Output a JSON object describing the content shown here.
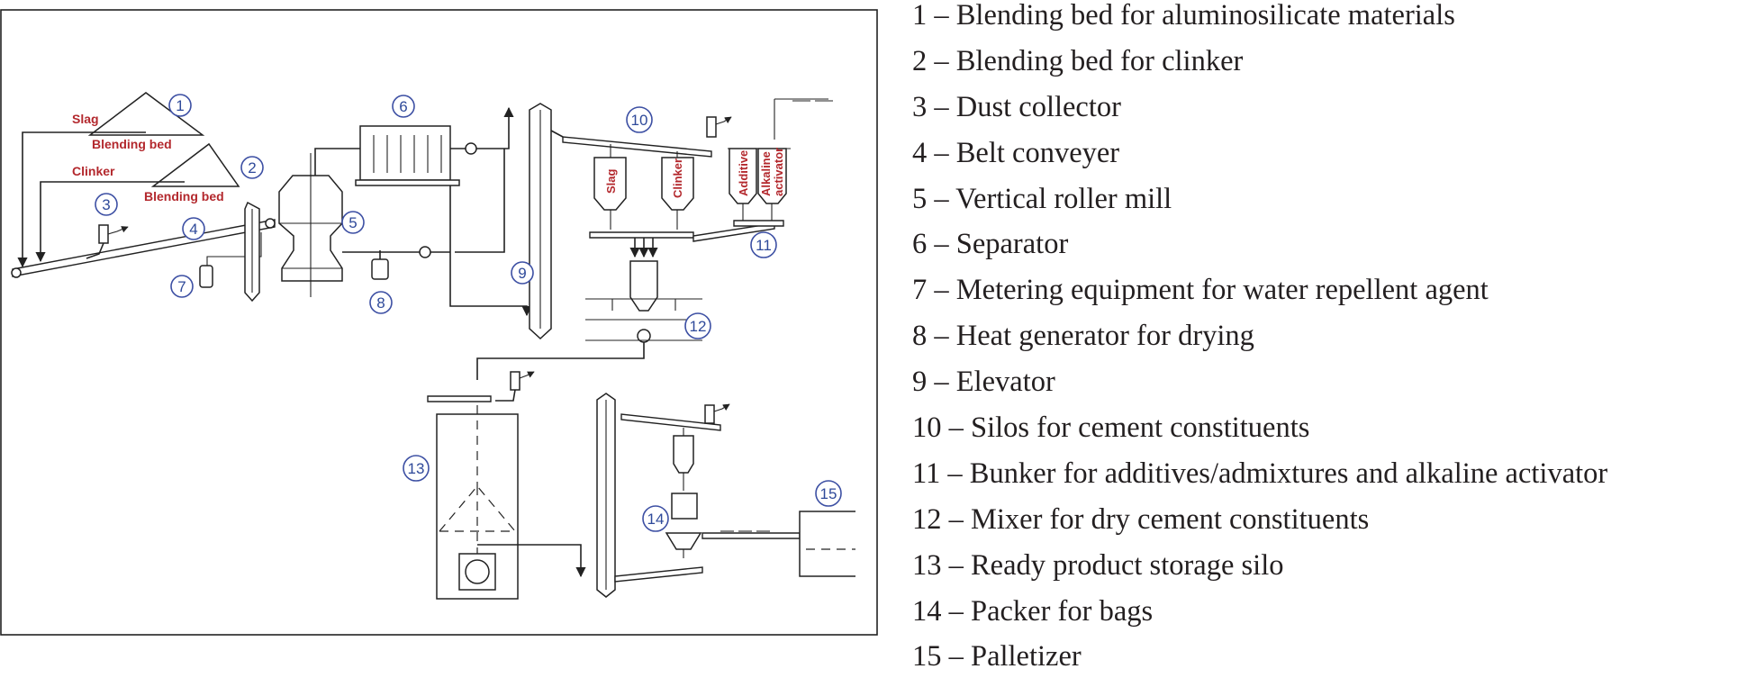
{
  "diagram": {
    "labels": {
      "slag": "Slag",
      "blending_bed_1": "Blending bed",
      "clinker": "Clinker",
      "blending_bed_2": "Blending bed",
      "silo_slag": "Slag",
      "silo_clinker": "Clinker",
      "silo_additive": "Additive",
      "silo_alkaline": "Alkaline",
      "silo_activator": "activator"
    },
    "numbers": [
      "1",
      "2",
      "3",
      "4",
      "5",
      "6",
      "7",
      "8",
      "9",
      "10",
      "11",
      "12",
      "13",
      "14",
      "15"
    ],
    "colors": {
      "label_red": "#b3282d",
      "badge_blue": "#3c4fa3",
      "line": "#222222"
    }
  },
  "legend": {
    "items": [
      "1 – Blending bed for aluminosilicate materials",
      "2 – Blending bed for clinker",
      "3 – Dust collector",
      "4 – Belt conveyer",
      "5 – Vertical roller mill",
      "6 – Separator",
      "7 – Metering equipment for water repellent agent",
      "8 – Heat generator for drying",
      "9 – Elevator",
      "10 – Silos for cement constituents",
      "11 – Bunker for additives/admixtures and alkaline activator",
      "12 – Mixer for dry cement constituents",
      "13 – Ready product storage silo",
      "14 – Packer for bags",
      "15 – Palletizer"
    ]
  }
}
